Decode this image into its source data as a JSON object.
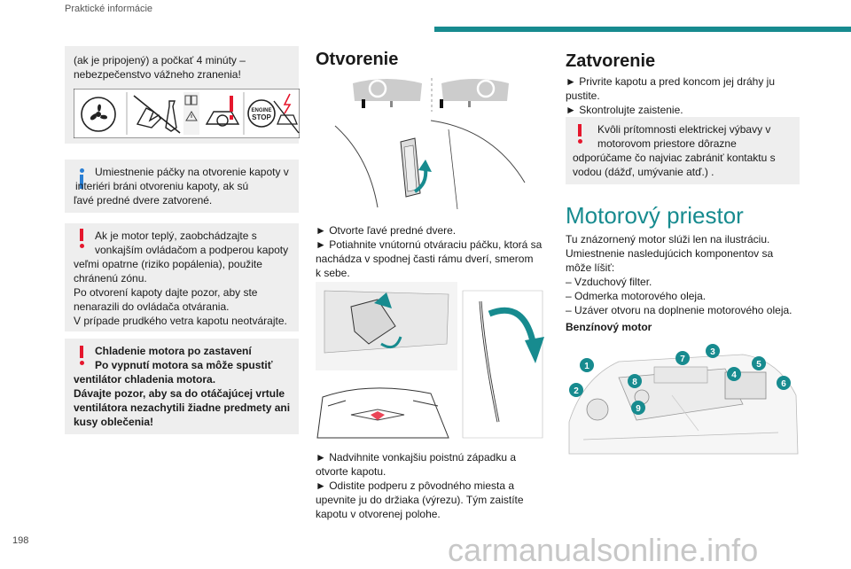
{
  "header": {
    "section": "Praktické informácie",
    "page_number": "198"
  },
  "watermark": "carmanualsonline.info",
  "col1": {
    "box1_lines": [
      "(ak je pripojený) a počkať 4 minúty –",
      "nebezpečenstvo vážneho zranenia!"
    ],
    "engine_stop": [
      "ENGINE",
      "STOP"
    ],
    "info_lines": [
      "Umiestnenie páčky na otvorenie kapoty v",
      "interiéri bráni otvoreniu kapoty, ak sú",
      "ľavé predné dvere zatvorené."
    ],
    "warn1_lines": [
      "Ak je motor teplý, zaobchádzajte s",
      "vonkajším ovládačom a podperou kapoty",
      "veľmi opatrne (riziko popálenia), použite",
      "chránenú zónu.",
      "Po otvorení kapoty dajte pozor, aby ste",
      "nenarazili do ovládača otvárania.",
      "V prípade prudkého vetra kapotu neotvárajte."
    ],
    "warn2_lines": [
      "Chladenie motora po zastavení",
      "Po vypnutí motora sa môže spustiť",
      "ventilátor chladenia motora.",
      "Dávajte pozor, aby sa do otáčajúcej vrtule",
      "ventilátora nezachytili žiadne predmety ani",
      "kusy oblečenia!"
    ]
  },
  "col2": {
    "title": "Otvorenie",
    "text1": [
      "► Otvorte ľavé predné dvere.",
      "► Potiahnite vnútornú otváraciu páčku, ktorá sa",
      "nachádza v spodnej časti rámu dverí, smerom",
      "k sebe."
    ],
    "text2": [
      "► Nadvihnite vonkajšiu poistnú západku a",
      "otvorte kapotu.",
      "► Odistite podperu z pôvodného miesta a",
      "upevnite ju do držiaka (výrezu). Tým zaistíte",
      "kapotu v otvorenej polohe."
    ]
  },
  "col3": {
    "title": "Zatvorenie",
    "text1": [
      "► Privrite kapotu a pred koncom jej dráhy ju",
      "pustite.",
      "► Skontrolujte zaistenie."
    ],
    "warn_lines": [
      "Kvôli prítomnosti elektrickej výbavy v",
      "motorovom priestore dôrazne",
      "odporúčame čo najviac zabrániť kontaktu s",
      "vodou (dážď, umývanie atď.) ."
    ],
    "title2": "Motorový priestor",
    "text2": [
      "Tu znázornený motor slúži len na ilustráciu.",
      "Umiestnenie nasledujúcich komponentov sa",
      "môže líšiť:",
      "–  Vzduchový filter.",
      "–  Odmerka motorového oleja.",
      "–  Uzáver otvoru na doplnenie motorového oleja."
    ],
    "subtitle": "Benzínový motor",
    "callouts": [
      "1",
      "2",
      "3",
      "4",
      "5",
      "6",
      "7",
      "8",
      "9"
    ]
  },
  "colors": {
    "accent": "#178b8f",
    "warning": "#e5172d",
    "info": "#2a7fd4",
    "box_bg": "#eeeeee"
  }
}
